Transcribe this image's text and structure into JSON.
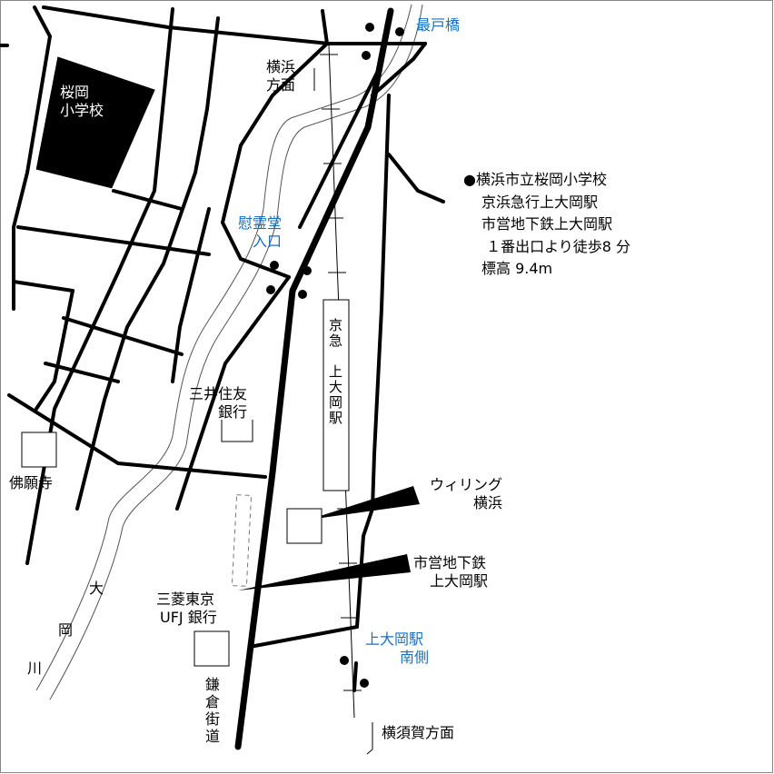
{
  "labels": {
    "school": [
      "桜岡",
      "小学校"
    ],
    "mokudo": "最戸橋",
    "yokohama_dir": [
      "横浜",
      "方面"
    ],
    "ireido": [
      "慰霊堂",
      "入口"
    ],
    "mitsui": [
      "三井住友",
      "銀行"
    ],
    "butsuganji": "佛願寺",
    "keikyu_station": "京急　上大岡駅",
    "willing": [
      "ウィリング",
      "横浜"
    ],
    "subway": [
      "市営地下鉄",
      "上大岡駅"
    ],
    "mufg": [
      "三菱東京",
      "UFJ 銀行"
    ],
    "minamigawa": [
      "上大岡駅",
      "南側"
    ],
    "river": [
      "大",
      "岡",
      "川"
    ],
    "kamakura_kaido": "鎌倉街道",
    "yokosuka_dir": "横須賀方面"
  },
  "info": {
    "lines": [
      "●横浜市立桜岡小学校",
      "京浜急行上大岡駅",
      "市営地下鉄上大岡駅",
      " １番出口より徒歩8 分",
      "標高 9.4m"
    ]
  },
  "colors": {
    "accent": "#1a6fbf",
    "road": "#000000",
    "background": "#ffffff"
  }
}
